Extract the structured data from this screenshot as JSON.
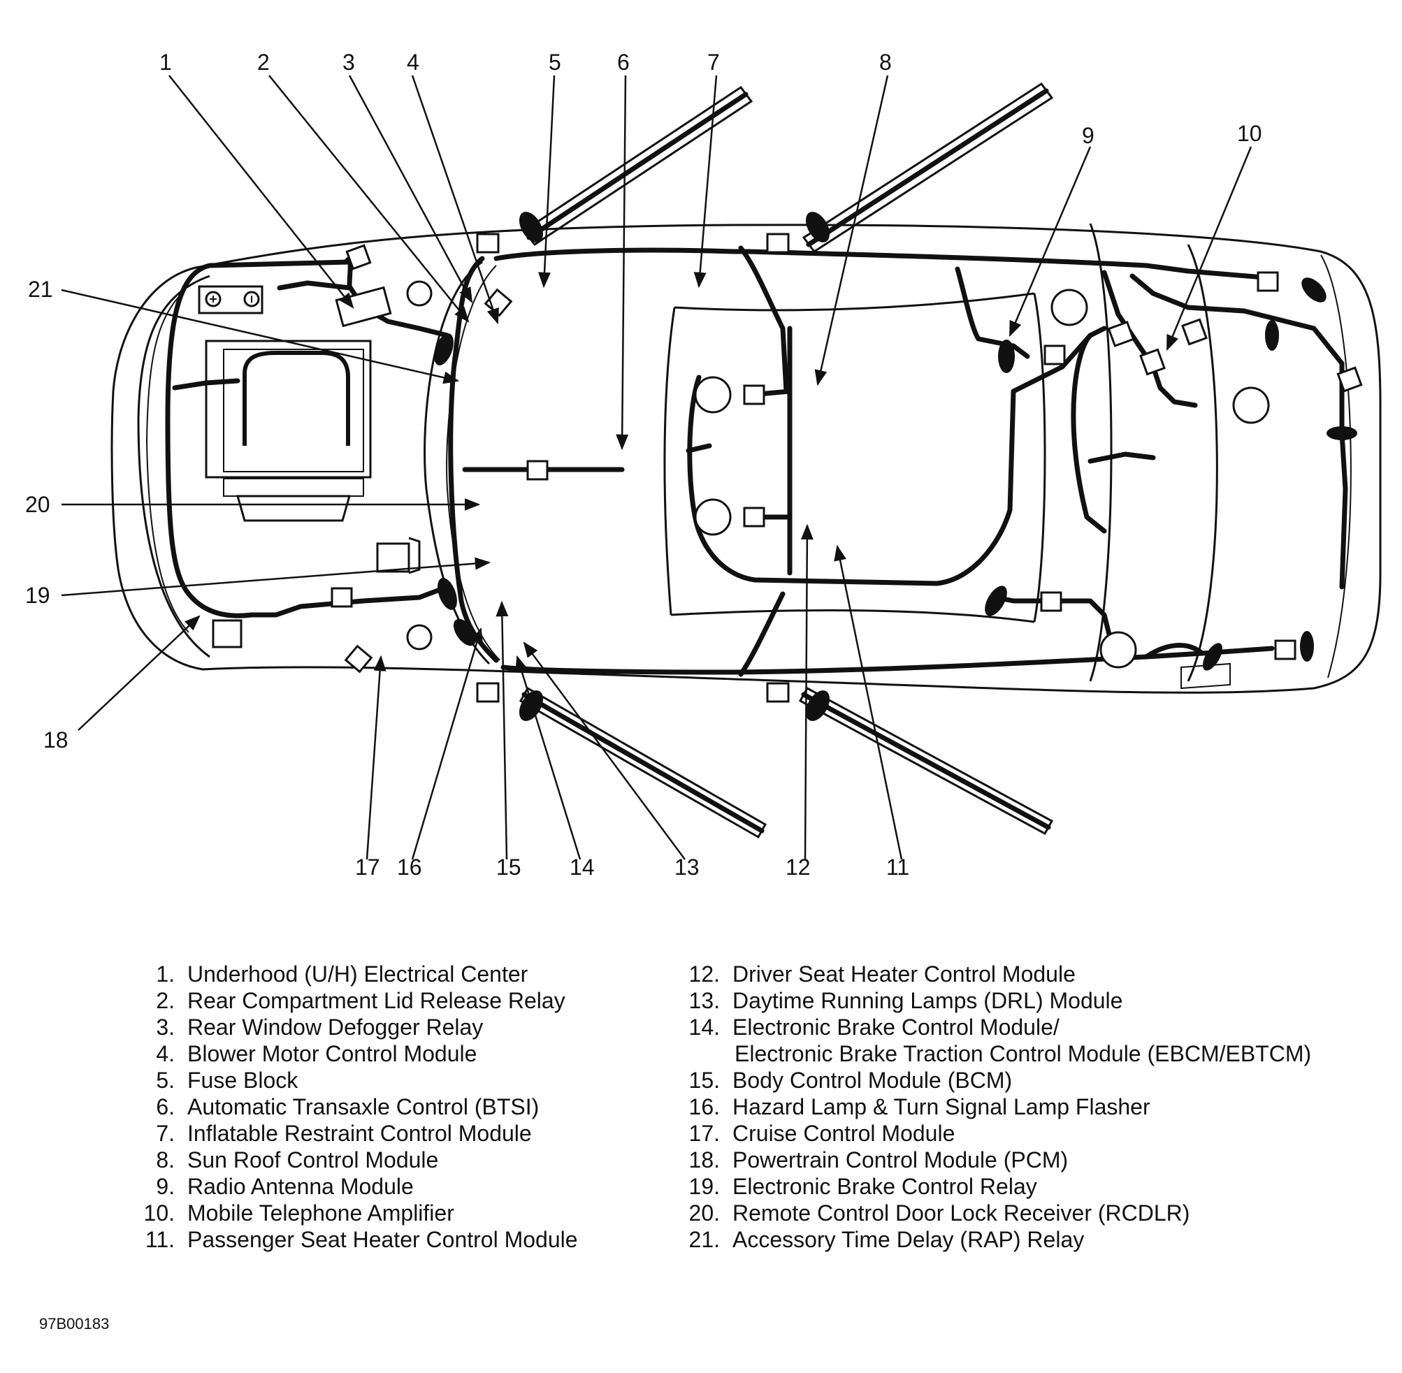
{
  "callouts": [
    "1",
    "2",
    "3",
    "4",
    "5",
    "6",
    "7",
    "8",
    "9",
    "10",
    "11",
    "12",
    "13",
    "14",
    "15",
    "16",
    "17",
    "18",
    "19",
    "20",
    "21"
  ],
  "legend": [
    {
      "num": "1.",
      "label": "Underhood (U/H) Electrical Center"
    },
    {
      "num": "2.",
      "label": "Rear Compartment Lid Release Relay"
    },
    {
      "num": "3.",
      "label": "Rear Window Defogger Relay"
    },
    {
      "num": "4.",
      "label": "Blower Motor Control Module"
    },
    {
      "num": "5.",
      "label": "Fuse Block"
    },
    {
      "num": "6.",
      "label": "Automatic Transaxle Control (BTSI)"
    },
    {
      "num": "7.",
      "label": "Inflatable Restraint Control Module"
    },
    {
      "num": "8.",
      "label": "Sun Roof Control Module"
    },
    {
      "num": "9.",
      "label": "Radio Antenna Module"
    },
    {
      "num": "10.",
      "label": "Mobile Telephone Amplifier"
    },
    {
      "num": "11.",
      "label": "Passenger Seat Heater Control Module"
    },
    {
      "num": "12.",
      "label": "Driver Seat Heater Control Module"
    },
    {
      "num": "13.",
      "label": "Daytime Running Lamps (DRL) Module"
    },
    {
      "num": "14.",
      "label": "Electronic Brake Control Module/",
      "label2": "Electronic Brake Traction Control Module (EBCM/EBTCM)"
    },
    {
      "num": "15.",
      "label": "Body Control Module (BCM)"
    },
    {
      "num": "16.",
      "label": "Hazard Lamp & Turn Signal Lamp Flasher"
    },
    {
      "num": "17.",
      "label": "Cruise Control Module"
    },
    {
      "num": "18.",
      "label": "Powertrain Control Module (PCM)"
    },
    {
      "num": "19.",
      "label": "Electronic Brake Control Relay"
    },
    {
      "num": "20.",
      "label": "Remote Control Door Lock Receiver (RCDLR)"
    },
    {
      "num": "21.",
      "label": "Accessory Time Delay (RAP) Relay"
    }
  ],
  "figure_id": "97B00183"
}
